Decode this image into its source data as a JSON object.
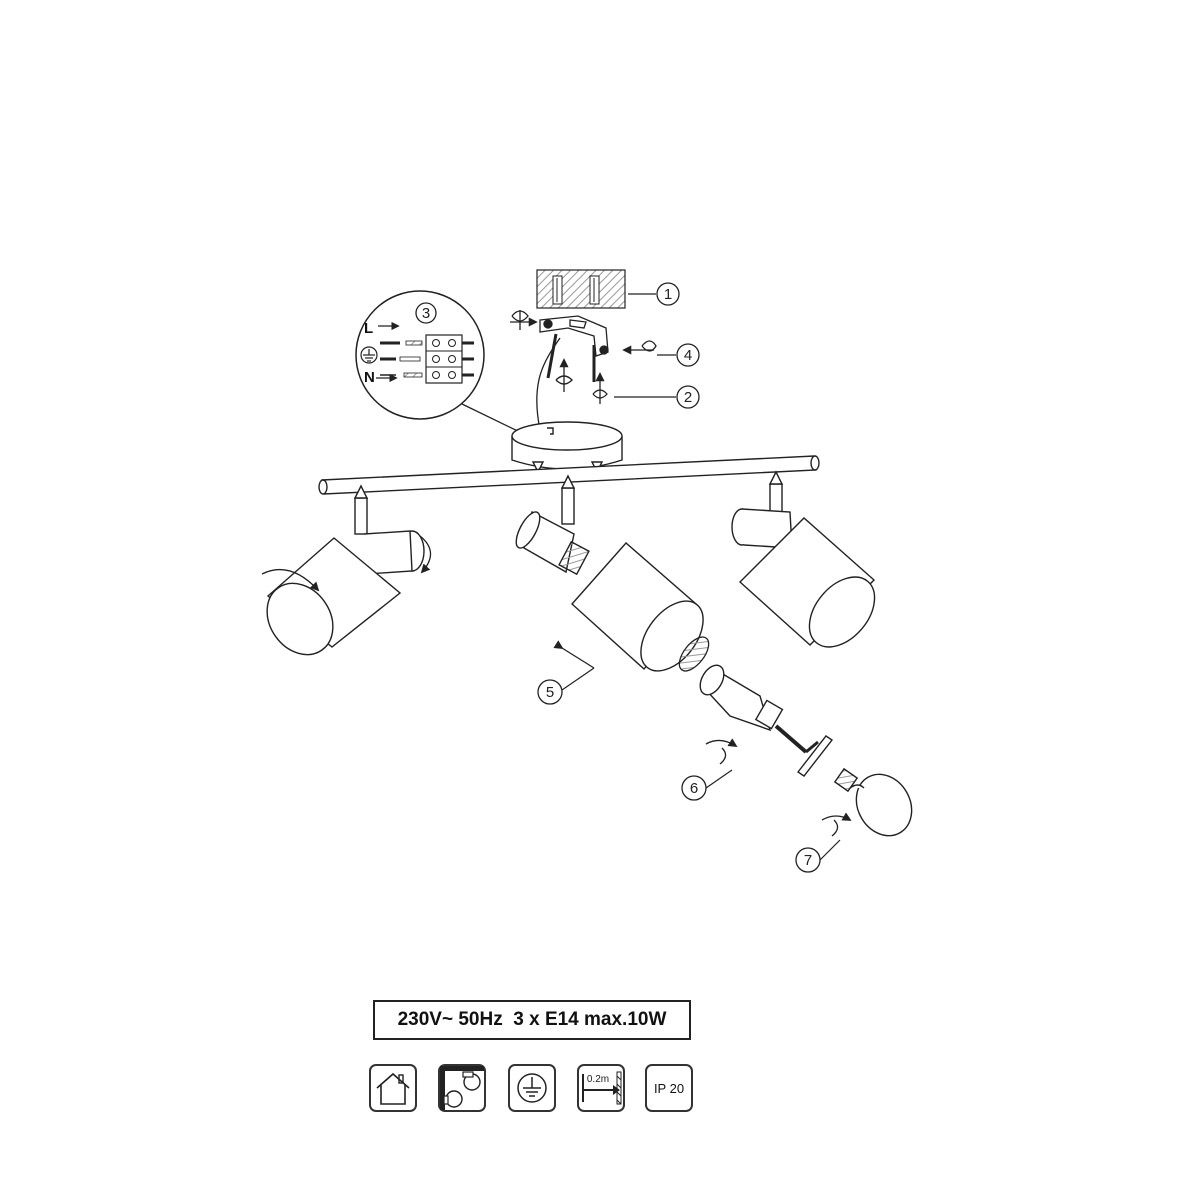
{
  "callouts": [
    "1",
    "2",
    "3",
    "4",
    "5",
    "6",
    "7"
  ],
  "wiring": {
    "live": "L",
    "neutral": "N",
    "earth_icon": "earth-ground-icon"
  },
  "specs": "230V~ 50Hz  3 x E14 max.10W",
  "symbols": [
    {
      "icon": "indoor-use-house-icon"
    },
    {
      "icon": "replaceable-lamp-icon"
    },
    {
      "icon": "protection-class-earth-icon"
    },
    {
      "icon": "min-distance-icon",
      "text": "0.2m"
    },
    {
      "icon": "ip-rating-icon",
      "text": "IP 20"
    }
  ],
  "colors": {
    "line": "#222222",
    "hatch": "#999999"
  }
}
